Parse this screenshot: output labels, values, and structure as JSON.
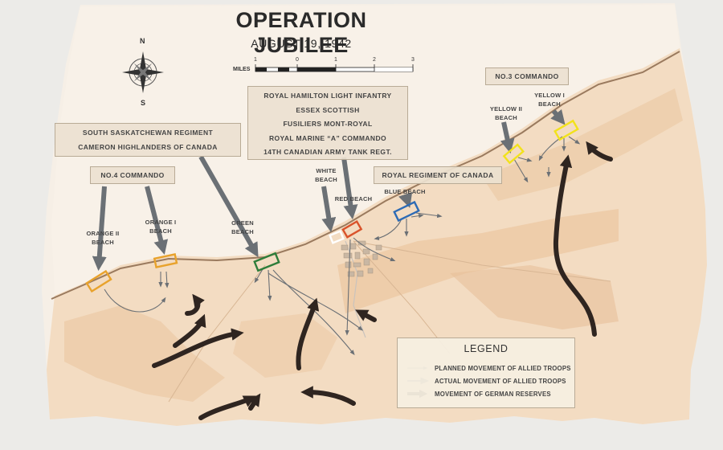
{
  "map": {
    "title": "OPERATION JUBILEE",
    "subtitle": "AUGUST 19, 1942",
    "compass": {
      "north": "N",
      "south": "S"
    },
    "scale": {
      "unit_label": "MILES",
      "ticks": [
        "1",
        "0",
        "1",
        "2",
        "3"
      ]
    },
    "unit_groups": {
      "south_sask": [
        "SOUTH SASKATCHEWAN REGIMENT",
        "CAMERON HIGHLANDERS OF CANADA"
      ],
      "no4": "NO.4 COMMANDO",
      "main": [
        "ROYAL HAMILTON LIGHT INFANTRY",
        "ESSEX SCOTTISH",
        "FUSILIERS MONT-ROYAL",
        "ROYAL MARINE “A” COMMANDO",
        "14TH CANADIAN ARMY TANK REGT."
      ],
      "rrc": "ROYAL REGIMENT OF CANADA",
      "no3": "NO.3 COMMANDO"
    },
    "beaches": [
      {
        "name": "ORANGE II\nBEACH",
        "color": "#e8a22c"
      },
      {
        "name": "ORANGE I\nBEACH",
        "color": "#e8a22c"
      },
      {
        "name": "GREEN\nBEACH",
        "color": "#2e7d3a"
      },
      {
        "name": "WHITE\nBEACH",
        "color": "#ffffff"
      },
      {
        "name": "RED BEACH",
        "color": "#d9532b"
      },
      {
        "name": "BLUE BEACH",
        "color": "#2d6bb5"
      },
      {
        "name": "YELLOW II\nBEACH",
        "color": "#f2e21c"
      },
      {
        "name": "YELLOW I\nBEACH",
        "color": "#f2e21c"
      }
    ],
    "legend": {
      "title": "LEGEND",
      "items": [
        {
          "label": "PLANNED MOVEMENT OF ALLIED TROOPS"
        },
        {
          "label": "ACTUAL MOVEMENT OF ALLIED TROOPS"
        },
        {
          "label": "MOVEMENT OF GERMAN RESERVES"
        }
      ]
    },
    "colors": {
      "land": "#f3dcc2",
      "land_dark": "#ebc8a2",
      "sea": "#f7efe4",
      "road": "#9a7a5e",
      "allied_arrow": "#6b7075",
      "german_arrow": "#2f2520",
      "paper": "#ecebe8"
    }
  }
}
